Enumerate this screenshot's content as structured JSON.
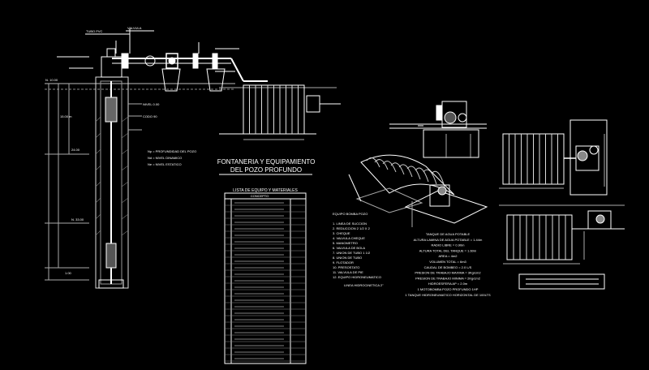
{
  "drawing": {
    "title_line1": "FONTANERIA Y EQUIPAMIENTO",
    "title_line2": "DEL POZO PROFUNDO",
    "table_title": "LISTA DE EQUIPO Y MATERIALES",
    "table_header_col": "CONCEPTO",
    "legend_lines": [
      "Np = PROFUNDIDAD DEL POZO",
      "Nd = NIVEL DINAMICO",
      "Ne = NIVEL ESTATICO"
    ],
    "tank_label": "EQUIPO BOMBA POZO",
    "tank_specs": [
      "TANQUE DE AGUA POTABLE",
      "ALTURA LAMINA DE AGUA POTABLE = 1.44m",
      "RADIO LIBRE = 0.90m",
      "ALTURA TOTAL DEL TANQUE = 1.60m",
      "AREA = 4m2",
      "VOLUMEN TOTAL = 6m3",
      "CAUDAL DE BOMBEO = 2.0 L/S",
      "PRESION DE TRABAJO MAXIMA = 3Kg/cm2",
      "PRESION DE TRABAJO MINIMA = 2Kg/cm2",
      "HIDROESFERA AP = 2.0m",
      "1 MOTOBOMBA POZO PROFUNDO 1HP",
      "1 TANQUE HIDRONEUMATICO HORIZONTAL DE 100LTS"
    ],
    "part_list": [
      "1. LINEA DE SUCCION",
      "2. REDUCCION 2 1/2 X 2",
      "3. CHEQUE",
      "4. VALVULA CHEQUE",
      "5. MANOMETRO",
      "6. VALVULA DE BOLA",
      "7. UNION DE TUBO 1 1/2",
      "8. UNION DE TUBO",
      "9. FLOTADOR",
      "10. PRESOSTATO",
      "11. VALVULA DE PIE",
      "12. EQUIPO HIDRONEUMATICO"
    ],
    "part_list_footer": "LINEA HIDROCINETICA 2\"",
    "depth_labels": [
      "N. 10.00",
      "15.00 m",
      "24.00",
      "N. 33.00",
      "1.00"
    ],
    "pipe_callouts": [
      "TUBO PVC",
      "VALVULA",
      "NIVEL 0.00",
      "CODO 90"
    ]
  }
}
